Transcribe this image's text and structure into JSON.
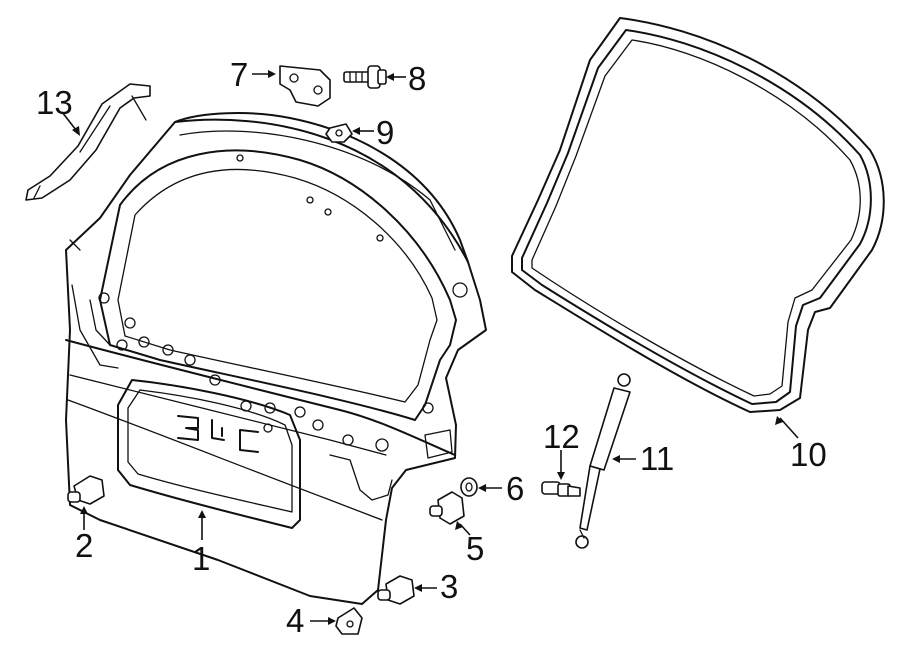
{
  "callouts": [
    {
      "id": "1",
      "label": "1"
    },
    {
      "id": "2",
      "label": "2"
    },
    {
      "id": "3",
      "label": "3"
    },
    {
      "id": "4",
      "label": "4"
    },
    {
      "id": "5",
      "label": "5"
    },
    {
      "id": "6",
      "label": "6"
    },
    {
      "id": "7",
      "label": "7"
    },
    {
      "id": "8",
      "label": "8"
    },
    {
      "id": "9",
      "label": "9"
    },
    {
      "id": "10",
      "label": "10"
    },
    {
      "id": "11",
      "label": "11"
    },
    {
      "id": "12",
      "label": "12"
    },
    {
      "id": "13",
      "label": "13"
    }
  ],
  "license_plate_mark": "3ᴸC",
  "colors": {
    "line": "#111111",
    "background": "#ffffff"
  }
}
